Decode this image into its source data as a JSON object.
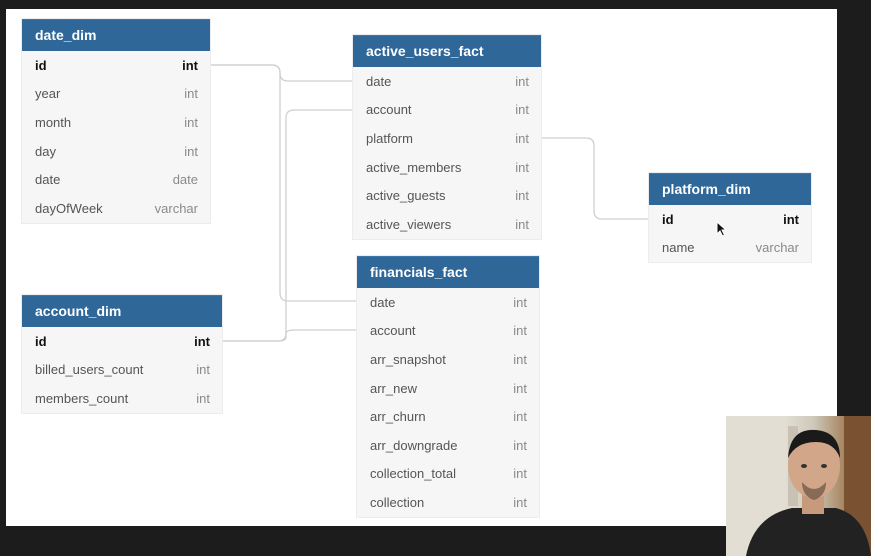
{
  "tables": [
    {
      "id": "date_dim",
      "name": "date_dim",
      "columns": [
        {
          "name": "id",
          "type": "int",
          "pk": true
        },
        {
          "name": "year",
          "type": "int"
        },
        {
          "name": "month",
          "type": "int"
        },
        {
          "name": "day",
          "type": "int"
        },
        {
          "name": "date",
          "type": "date"
        },
        {
          "name": "dayOfWeek",
          "type": "varchar"
        }
      ]
    },
    {
      "id": "active_users_fact",
      "name": "active_users_fact",
      "columns": [
        {
          "name": "date",
          "type": "int"
        },
        {
          "name": "account",
          "type": "int"
        },
        {
          "name": "platform",
          "type": "int"
        },
        {
          "name": "active_members",
          "type": "int"
        },
        {
          "name": "active_guests",
          "type": "int"
        },
        {
          "name": "active_viewers",
          "type": "int"
        }
      ]
    },
    {
      "id": "platform_dim",
      "name": "platform_dim",
      "columns": [
        {
          "name": "id",
          "type": "int",
          "pk": true
        },
        {
          "name": "name",
          "type": "varchar"
        }
      ]
    },
    {
      "id": "account_dim",
      "name": "account_dim",
      "columns": [
        {
          "name": "id",
          "type": "int",
          "pk": true
        },
        {
          "name": "billed_users_count",
          "type": "int"
        },
        {
          "name": "members_count",
          "type": "int"
        }
      ]
    },
    {
      "id": "financials_fact",
      "name": "financials_fact",
      "columns": [
        {
          "name": "date",
          "type": "int"
        },
        {
          "name": "account",
          "type": "int"
        },
        {
          "name": "arr_snapshot",
          "type": "int"
        },
        {
          "name": "arr_new",
          "type": "int"
        },
        {
          "name": "arr_churn",
          "type": "int"
        },
        {
          "name": "arr_downgrade",
          "type": "int"
        },
        {
          "name": "collection_total",
          "type": "int"
        },
        {
          "name": "collection",
          "type": "int"
        }
      ]
    }
  ],
  "relationships": [
    {
      "from": "date_dim.id",
      "to": "active_users_fact.date"
    },
    {
      "from": "date_dim.id",
      "to": "financials_fact.date"
    },
    {
      "from": "account_dim.id",
      "to": "active_users_fact.account"
    },
    {
      "from": "account_dim.id",
      "to": "financials_fact.account"
    },
    {
      "from": "active_users_fact.platform",
      "to": "platform_dim.id"
    }
  ],
  "colors": {
    "header": "#2f6799",
    "header_text": "#ffffff",
    "table_body": "#f6f6f7",
    "relationship_line": "#cfcfd4",
    "frame": "#1c1c1c"
  }
}
